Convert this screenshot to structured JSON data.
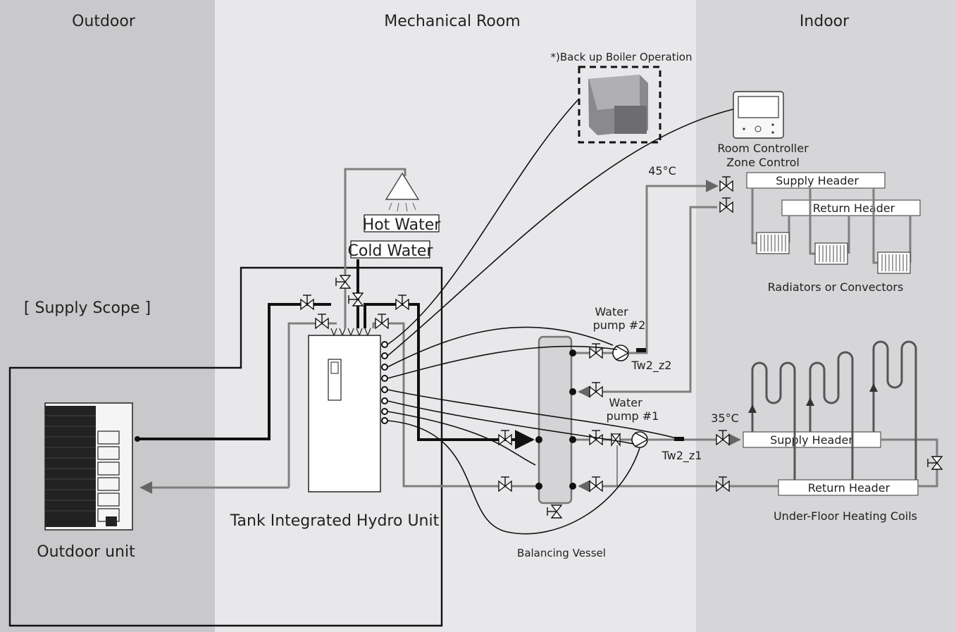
{
  "zones": {
    "outdoor": "Outdoor",
    "mechanical": "Mechanical Room",
    "indoor": "Indoor"
  },
  "labels": {
    "supply_scope": "[ Supply Scope ]",
    "outdoor_unit": "Outdoor unit",
    "hydro_unit": "Tank Integrated Hydro Unit",
    "balancing_vessel": "Balancing Vessel",
    "backup_boiler": "*)Back up Boiler Operation",
    "hot_water": "Hot Water",
    "cold_water": "Cold Water",
    "room_controller_1": "Room Controller",
    "room_controller_2": "Zone Control",
    "temp_45": "45°C",
    "temp_35": "35°C",
    "supply_header_top": "Supply Header",
    "return_header_top": "Return Header",
    "radiators": "Radiators or Convectors",
    "pump2_1": "Water",
    "pump2_2": "pump #2",
    "tw2_z2": "Tw2_z2",
    "pump1_1": "Water",
    "pump1_2": "pump #1",
    "tw2_z1": "Tw2_z1",
    "supply_header_bottom": "Supply Header",
    "return_header_bottom": "Return Header",
    "ufh": "Under-Floor Heating Coils"
  },
  "colors": {
    "outdoor_bg": "#c9c9cb",
    "mechanical_bg": "#e8e8ea",
    "indoor_bg": "#d6d6d8",
    "pipe_black": "#111111",
    "pipe_grey": "#7f7f7f"
  }
}
